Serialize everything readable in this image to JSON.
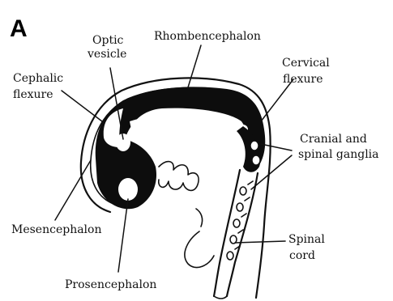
{
  "panel_label": "A",
  "labels": {
    "optic_vesicle": [
      "Optic",
      "vesicle"
    ],
    "rhombencephalon": "Rhombencephalon",
    "cephalic_flexure": [
      "Cephalic",
      "flexure"
    ],
    "cervical_flexure": [
      "Cervical",
      "flexure"
    ],
    "cranial_spinal_ganglia": [
      "Cranial and",
      "spinal ganglia"
    ],
    "mesencephalon": "Mesencephalon",
    "spinal_cord": [
      "Spinal",
      "cord"
    ],
    "prosencephalon": "Prosencephalon"
  },
  "colors": {
    "ink": "#111111",
    "background": "#ffffff",
    "neural_tube": "#0d0d0d"
  }
}
